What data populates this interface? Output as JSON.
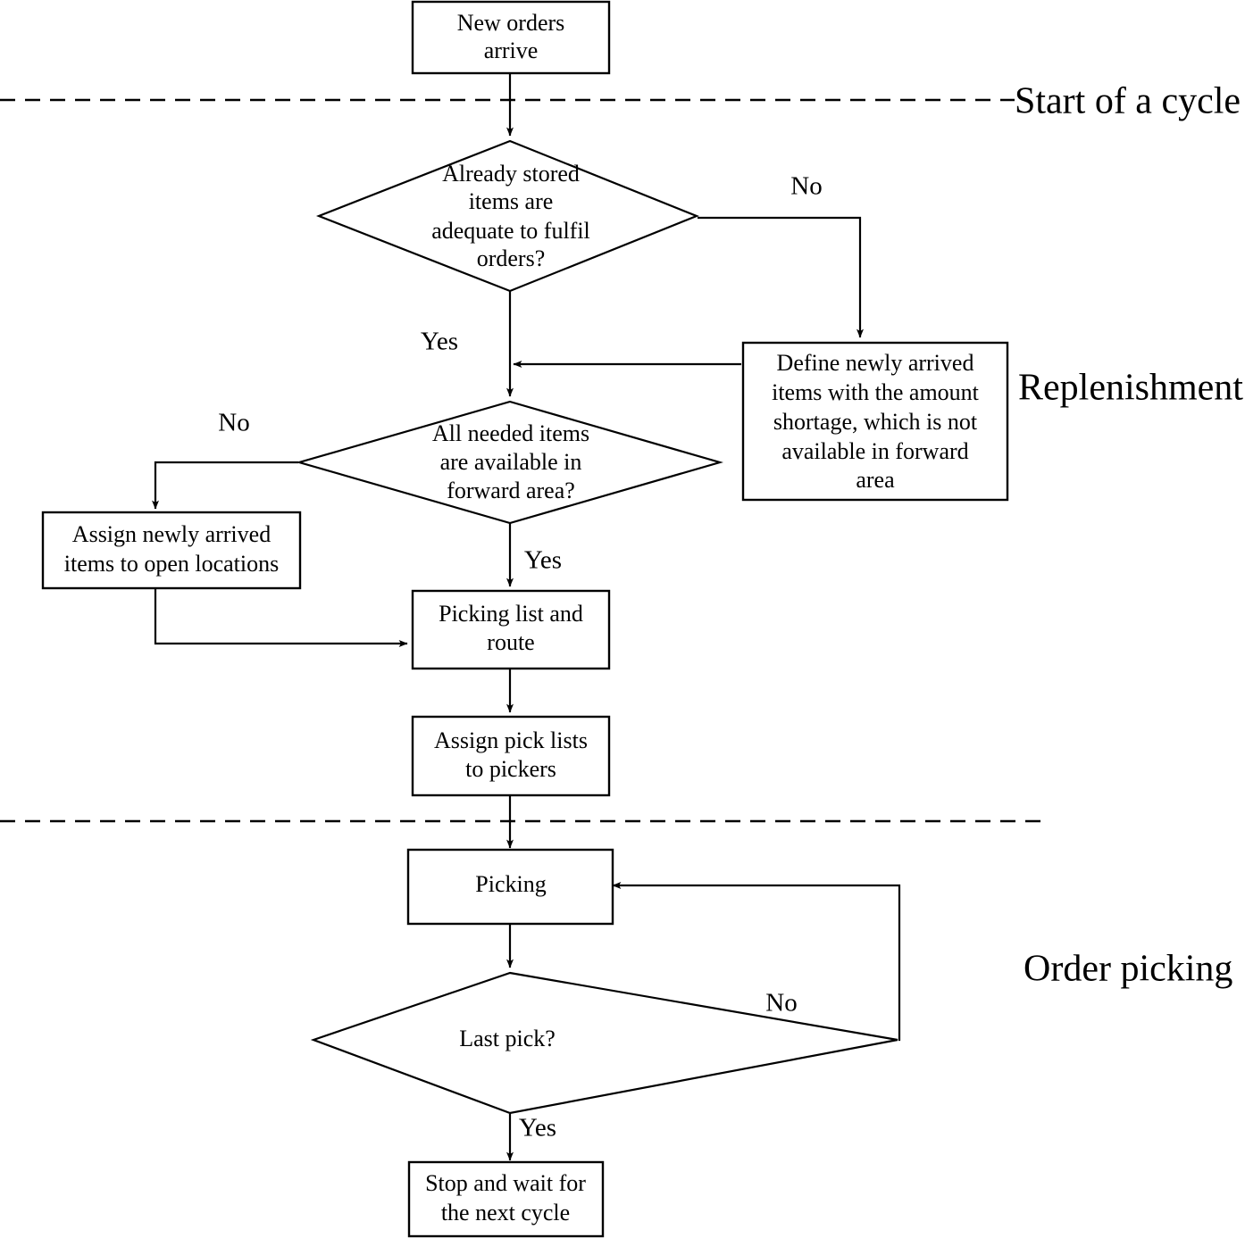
{
  "diagram": {
    "type": "flowchart",
    "title": "Warehouse order-picking and replenishment cycle flowchart",
    "background_color": "#ffffff",
    "line_color": "#000000",
    "phases": [
      {
        "id": "phase-start",
        "label": "Start of a cycle"
      },
      {
        "id": "phase-replenishment",
        "label": "Replenishment"
      },
      {
        "id": "phase-order-picking",
        "label": "Order picking"
      }
    ],
    "nodes": [
      {
        "id": "new-orders-arrive",
        "shape": "process",
        "lines": [
          "New orders",
          "arrive"
        ]
      },
      {
        "id": "adequate-decision",
        "shape": "decision",
        "lines": [
          "Already stored",
          "items are",
          "adequate to fulfil",
          "orders?"
        ]
      },
      {
        "id": "define-shortage",
        "shape": "process",
        "lines": [
          "Define newly arrived",
          "items with the amount",
          "shortage, which is not",
          "available in forward",
          "area"
        ]
      },
      {
        "id": "forward-area-decision",
        "shape": "decision",
        "lines": [
          "All needed items",
          "are available in",
          "forward area?"
        ]
      },
      {
        "id": "assign-open-locations",
        "shape": "process",
        "lines": [
          "Assign newly arrived",
          "items to open locations"
        ]
      },
      {
        "id": "picking-list-route",
        "shape": "process",
        "lines": [
          "Picking list and",
          "route"
        ]
      },
      {
        "id": "assign-pick-lists",
        "shape": "process",
        "lines": [
          "Assign pick lists",
          "to pickers"
        ]
      },
      {
        "id": "picking",
        "shape": "process",
        "lines": [
          "Picking"
        ]
      },
      {
        "id": "last-pick-decision",
        "shape": "decision",
        "lines": [
          "Last pick?"
        ]
      },
      {
        "id": "stop-and-wait",
        "shape": "process",
        "lines": [
          "Stop and wait for",
          "the next cycle"
        ]
      }
    ],
    "edge_labels": {
      "adequate_no": "No",
      "adequate_yes": "Yes",
      "forward_no": "No",
      "forward_yes": "Yes",
      "last_pick_no": "No",
      "last_pick_yes": "Yes"
    }
  }
}
